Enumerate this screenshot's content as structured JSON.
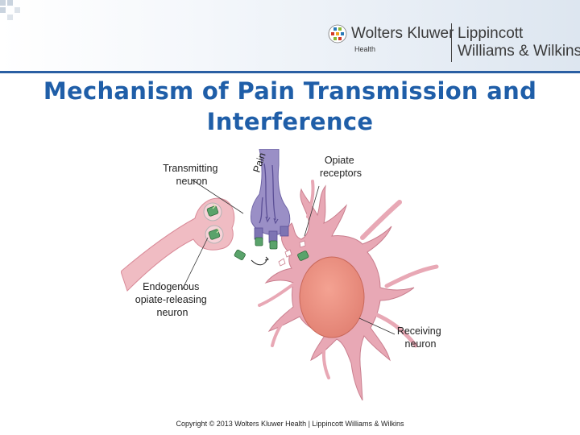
{
  "header": {
    "publisher_name": "Wolters Kluwer",
    "publisher_sub": "Health",
    "imprint_line1": "Lippincott",
    "imprint_line2": "Williams & Wilkins"
  },
  "title_line1": "Mechanism of Pain Transmission and",
  "title_line2": "Interference",
  "diagram": {
    "pain_label": "Pain",
    "transmitting_neuron_line1": "Transmitting",
    "transmitting_neuron_line2": "neuron",
    "opiate_receptors_line1": "Opiate",
    "opiate_receptors_line2": "receptors",
    "endogenous_line1": "Endogenous",
    "endogenous_line2": "opiate-releasing",
    "endogenous_line3": "neuron",
    "receiving_line1": "Receiving",
    "receiving_line2": "neuron"
  },
  "copyright": "Copyright © 2013 Wolters Kluwer Health | Lippincott Williams & Wilkins",
  "colors": {
    "title": "#1f5ea8",
    "header_line": "#2a5fa3",
    "neuron_pink": "#e8a8b5",
    "nucleus": "#e98a7a",
    "transmitter_purple": "#9a8fc6",
    "opiate_green": "#5aa36b"
  }
}
